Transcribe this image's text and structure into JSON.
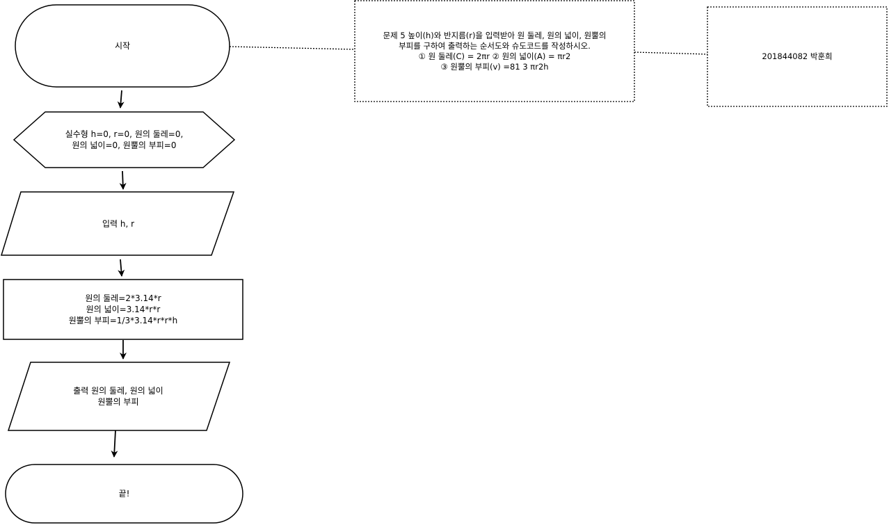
{
  "flowchart": {
    "start": "시작",
    "init": "실수형 h=0, r=0, 원의 둘레=0,\n원의 넓이=0, 원뿔의 부피=0",
    "input": "입력 h, r",
    "process": "원의 둘레=2*3.14*r\n원의 넓이=3.14*r*r\n원뿔의 부피=1/3*3.14*r*r*h",
    "output": "출력 원의 둘레, 원의 넓이\n원뿔의 부피",
    "end": "끝!"
  },
  "notes": {
    "problem": "문제 5 높이(h)와 반지름(r)을 입력받아 원 둘레, 원의 넓이, 원뿔의\n부피를 구하여 출력하는 순서도와 슈도코드를 작성하시오.\n①  원 둘레(C) = 2πr ②  원의 넓이(A) = πr2\n③  원뿔의 부피(v) =81 3 πr2h",
    "author": "201844082 박훈희"
  }
}
